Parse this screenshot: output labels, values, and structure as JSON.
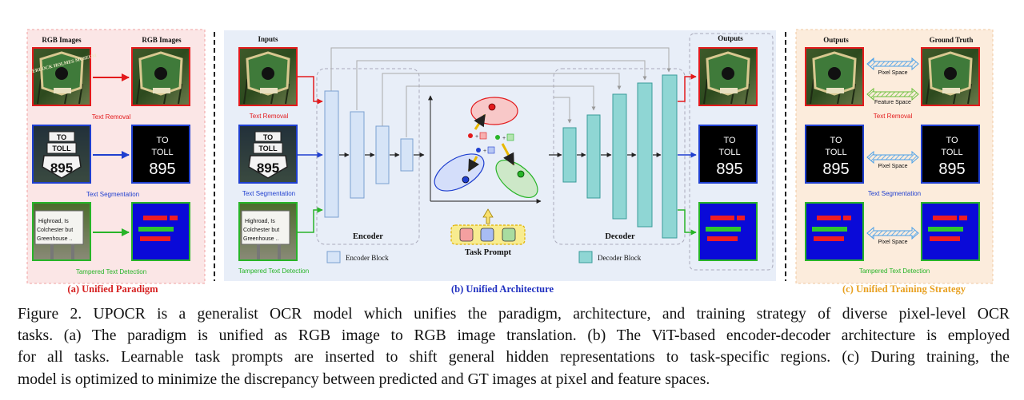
{
  "panel_a": {
    "header_left": "RGB Images",
    "header_right": "RGB Images",
    "task1": "Text Removal",
    "task2": "Text Segmentation",
    "task3": "Tampered Text Detection",
    "title": "(a) Unified Paradigm"
  },
  "panel_b": {
    "inputs": "Inputs",
    "outputs": "Outputs",
    "task1": "Text Removal",
    "task2": "Text Segmentation",
    "task3": "Tampered Text Detection",
    "encoder": "Encoder",
    "decoder": "Decoder",
    "task_prompt": "Task Prompt",
    "encoder_block": "Encoder Block",
    "decoder_block": "Decoder Block",
    "title": "(b) Unified Architecture"
  },
  "panel_c": {
    "outputs": "Outputs",
    "ground_truth": "Ground Truth",
    "pixel_space": "Pixel Space",
    "feature_space": "Feature Space",
    "task1": "Text Removal",
    "task2": "Text Segmentation",
    "task3": "Tampered Text Detection",
    "title": "(c) Unified Training Strategy"
  },
  "image_text": {
    "sign_museum": "SHERLOCK HOLMES MUSEUM",
    "sign_to": "TO",
    "sign_toll": "TOLL",
    "sign_895": "895",
    "road_line1": "Highroad, Is",
    "road_line2": "Colchester but",
    "road_line3": "Greenhouse .."
  },
  "caption": {
    "lines": [
      "Figure 2. UPOCR is a generalist OCR model which unifies the paradigm, architecture, and training strategy of diverse pixel-level OCR",
      "tasks. (a) The paradigm is unified as RGB image to RGB image translation. (b) The ViT-based encoder-decoder architecture is employed",
      "for all tasks. Learnable task prompts are inserted to shift general hidden representations to task-specific regions. (c) During training, the",
      "model is optimized to minimize the discrepancy between predicted and GT images at pixel and feature spaces."
    ]
  },
  "colors": {
    "panel_a_bg": "#fbe6e6",
    "panel_b_bg": "#e8eef8",
    "panel_c_bg": "#fcecdc",
    "red": "#e31a1c",
    "blue": "#1f3fcf",
    "green": "#28b428",
    "encoder_block": "#d6e4f7",
    "decoder_block": "#8fd6d4",
    "title_red": "#d62020",
    "title_blue": "#2030c0",
    "title_orange": "#e8a020"
  }
}
